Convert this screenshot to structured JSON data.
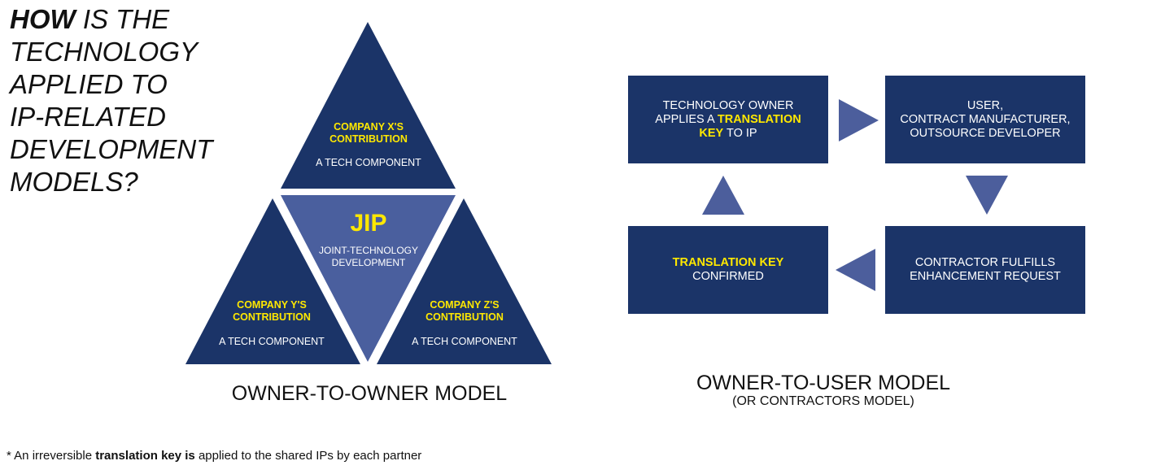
{
  "title": {
    "bold_word": "HOW",
    "line1_rest": " IS THE",
    "line2": "TECHNOLOGY",
    "line3": "APPLIED TO",
    "line4": "IP-RELATED",
    "line5": "DEVELOPMENT",
    "line6": "MODELS?"
  },
  "owner_to_owner": {
    "caption": "OWNER-TO-OWNER MODEL",
    "top": {
      "name_line1": "COMPANY X'S",
      "name_line2": "CONTRIBUTION",
      "sub": "A TECH COMPONENT"
    },
    "center": {
      "name": "JIP",
      "sub_line1": "JOINT-TECHNOLOGY",
      "sub_line2": "DEVELOPMENT"
    },
    "left": {
      "name_line1": "COMPANY Y'S",
      "name_line2": "CONTRIBUTION",
      "sub": "A TECH COMPONENT"
    },
    "right": {
      "name_line1": "COMPANY Z'S",
      "name_line2": "CONTRIBUTION",
      "sub": "A TECH COMPONENT"
    }
  },
  "owner_to_user": {
    "caption_line1": "OWNER-TO-USER MODEL",
    "caption_line2": "(OR CONTRACTORS MODEL)",
    "box1": {
      "line1": "TECHNOLOGY OWNER",
      "line2_pre": "APPLIES A ",
      "line2_hl": "TRANSLATION",
      "line3_hl": "KEY",
      "line3_post": " TO IP"
    },
    "box2": {
      "line1": "USER,",
      "line2": "CONTRACT MANUFACTURER,",
      "line3": "OUTSOURCE DEVELOPER"
    },
    "box3": {
      "line1": "CONTRACTOR FULFILLS",
      "line2": "ENHANCEMENT REQUEST"
    },
    "box4": {
      "line1_hl": "TRANSLATION KEY",
      "line2": "CONFIRMED"
    }
  },
  "footnote": {
    "pre": "* An irreversible ",
    "bold": "translation key is",
    "post": " applied to the shared IPs by each partner"
  },
  "colors": {
    "dark_navy": "#1b3468",
    "center_blue": "#4a5f9e",
    "arrow_blue": "#4c5e9c",
    "highlight_yellow": "#ffe800"
  }
}
